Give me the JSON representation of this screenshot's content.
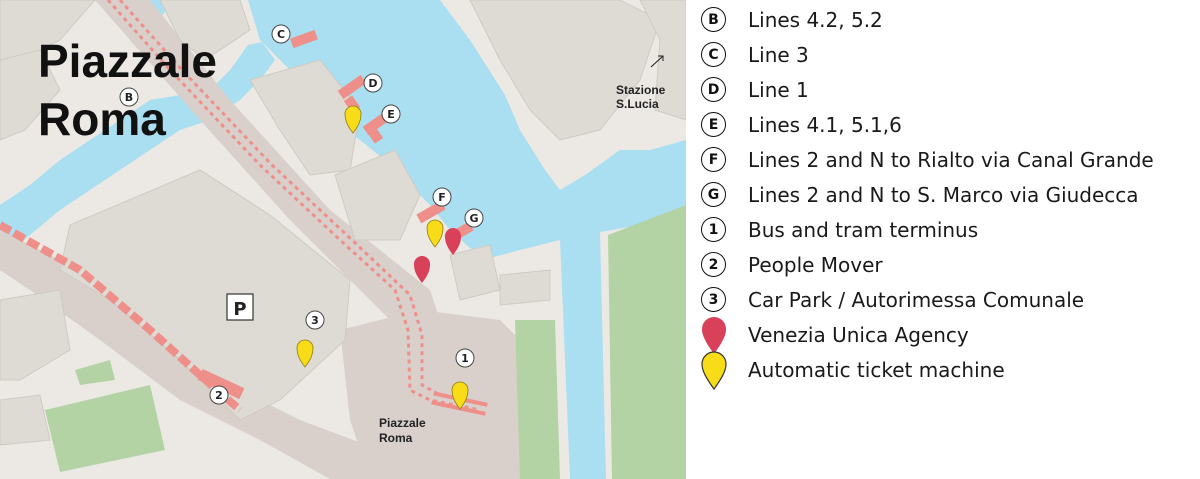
{
  "map": {
    "title_line1": "Piazzale",
    "title_line2": "Roma",
    "station_line1": "Stazione",
    "station_line2": "S.Lucia",
    "square_line1": "Piazzale",
    "square_line2": "Roma",
    "parking_symbol": "P",
    "markers": {
      "B": "B",
      "C": "C",
      "D": "D",
      "E": "E",
      "F": "F",
      "G": "G",
      "n1": "1",
      "n2": "2",
      "n3": "3"
    },
    "colors": {
      "water": "#a9dff0",
      "land": "#ece9e4",
      "building": "#dedad4",
      "road": "#d9cfcb",
      "green": "#b3d3a5",
      "pier": "#ee8f8a",
      "agency_pin": "#d9405a",
      "ticket_pin": "#f7dc17"
    }
  },
  "legend": [
    {
      "symbol": "B",
      "label": "Lines 4.2, 5.2"
    },
    {
      "symbol": "C",
      "label": "Line 3"
    },
    {
      "symbol": "D",
      "label": "Line 1"
    },
    {
      "symbol": "E",
      "label": "Lines 4.1, 5.1,6"
    },
    {
      "symbol": "F",
      "label": "Lines 2 and N to Rialto via Canal Grande"
    },
    {
      "symbol": "G",
      "label": "Lines 2 and N to S. Marco via Giudecca"
    },
    {
      "symbol": "1",
      "label": "Bus and tram terminus"
    },
    {
      "symbol": "2",
      "label": "People Mover"
    },
    {
      "symbol": "3",
      "label": "Car Park / Autorimessa Comunale"
    },
    {
      "symbol": "red-pin-icon",
      "label": "Venezia Unica Agency"
    },
    {
      "symbol": "yellow-pin-icon",
      "label": "Automatic ticket machine"
    }
  ]
}
